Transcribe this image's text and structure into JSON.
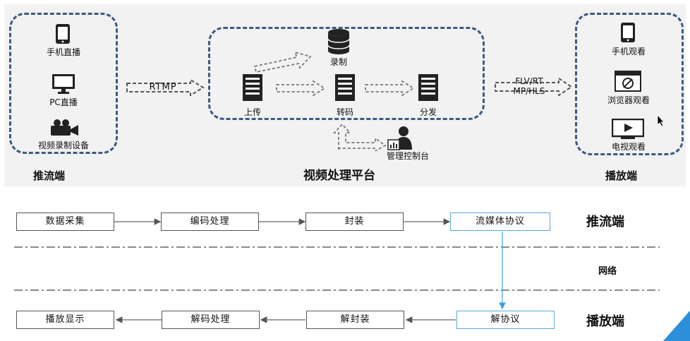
{
  "architecture": {
    "push_group": {
      "items": [
        {
          "label": "手机直播",
          "icon": "phone-icon"
        },
        {
          "label": "PC直播",
          "icon": "monitor-icon"
        },
        {
          "label": "视频录制设备",
          "icon": "video-camera-icon"
        }
      ],
      "caption": "推流端"
    },
    "push_protocol": "RTMP",
    "platform": {
      "upload": "上传",
      "transcode": "转码",
      "distribute": "分发",
      "record": "录制",
      "admin": "管理控制台",
      "caption": "视频处理平台"
    },
    "play_protocol_line1": "FLV/RT",
    "play_protocol_line2": "MP/HLS",
    "play_group": {
      "items": [
        {
          "label": "手机观看",
          "icon": "phone-icon"
        },
        {
          "label": "浏览器观看",
          "icon": "browser-icon"
        },
        {
          "label": "电视观看",
          "icon": "tv-icon"
        }
      ],
      "caption": "播放端"
    }
  },
  "flow": {
    "push_row": [
      "数据采集",
      "编码处理",
      "封装",
      "流媒体协议"
    ],
    "push_label": "推流端",
    "network_label": "网络",
    "play_row": [
      "播放显示",
      "解码处理",
      "解封装",
      "解协议"
    ],
    "play_label": "播放端"
  },
  "colors": {
    "dashed_border": "#3c5a82",
    "highlight_border": "#5aaad6",
    "highlight_arrow": "#3aa0d8",
    "corner_accent": "#2b90d9"
  }
}
